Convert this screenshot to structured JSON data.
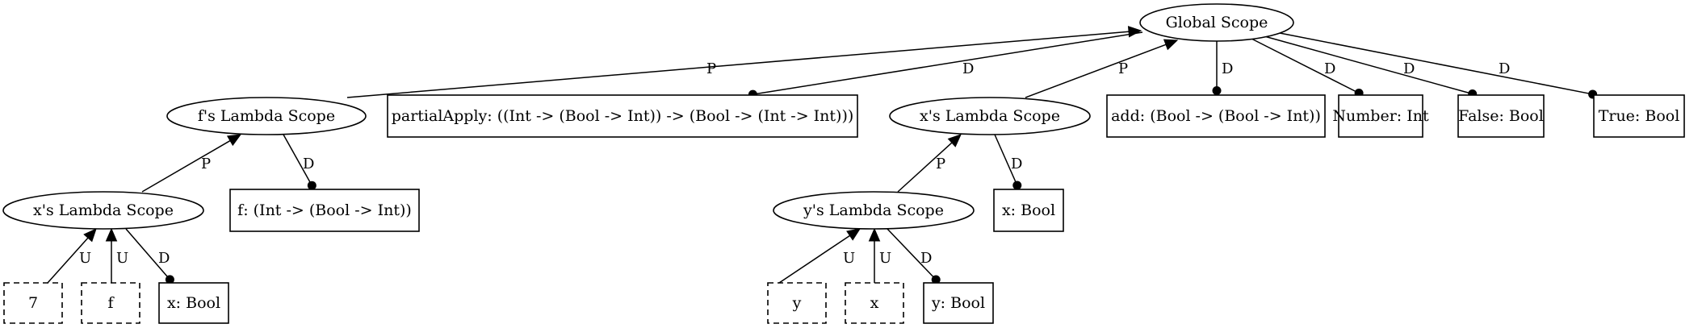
{
  "nodes": [
    {
      "id": "global",
      "label": "Global Scope",
      "shape": "ellipse"
    },
    {
      "id": "f_lambda",
      "label": "f's Lambda Scope",
      "shape": "ellipse"
    },
    {
      "id": "partial",
      "label": "partialApply: ((Int -> (Bool -> Int)) -> (Bool -> (Int -> Int)))",
      "shape": "box"
    },
    {
      "id": "x_lambda_r",
      "label": "x's Lambda Scope",
      "shape": "ellipse"
    },
    {
      "id": "add",
      "label": "add: (Bool -> (Bool -> Int))",
      "shape": "box"
    },
    {
      "id": "number",
      "label": "Number: Int",
      "shape": "box"
    },
    {
      "id": "false",
      "label": "False: Bool",
      "shape": "box"
    },
    {
      "id": "true",
      "label": "True: Bool",
      "shape": "box"
    },
    {
      "id": "x_lambda_l",
      "label": "x's Lambda Scope",
      "shape": "ellipse"
    },
    {
      "id": "f_decl",
      "label": "f: (Int -> (Bool -> Int))",
      "shape": "box"
    },
    {
      "id": "y_lambda",
      "label": "y's Lambda Scope",
      "shape": "ellipse"
    },
    {
      "id": "x_bool_r",
      "label": "x: Bool",
      "shape": "box"
    },
    {
      "id": "use_7",
      "label": "7",
      "shape": "dashed-box"
    },
    {
      "id": "use_f",
      "label": "f",
      "shape": "dashed-box"
    },
    {
      "id": "x_bool_l",
      "label": "x: Bool",
      "shape": "box"
    },
    {
      "id": "use_y",
      "label": "y",
      "shape": "dashed-box"
    },
    {
      "id": "use_x",
      "label": "x",
      "shape": "dashed-box"
    },
    {
      "id": "y_bool",
      "label": "y: Bool",
      "shape": "box"
    }
  ],
  "edges": [
    {
      "from": "f_lambda",
      "to": "global",
      "label": "P",
      "head": "arrow"
    },
    {
      "from": "global",
      "to": "partial",
      "label": "D",
      "head": "dot"
    },
    {
      "from": "x_lambda_r",
      "to": "global",
      "label": "P",
      "head": "arrow"
    },
    {
      "from": "global",
      "to": "add",
      "label": "D",
      "head": "dot"
    },
    {
      "from": "global",
      "to": "number",
      "label": "D",
      "head": "dot"
    },
    {
      "from": "global",
      "to": "false",
      "label": "D",
      "head": "dot"
    },
    {
      "from": "global",
      "to": "true",
      "label": "D",
      "head": "dot"
    },
    {
      "from": "x_lambda_l",
      "to": "f_lambda",
      "label": "P",
      "head": "arrow"
    },
    {
      "from": "f_lambda",
      "to": "f_decl",
      "label": "D",
      "head": "dot"
    },
    {
      "from": "y_lambda",
      "to": "x_lambda_r",
      "label": "P",
      "head": "arrow"
    },
    {
      "from": "x_lambda_r",
      "to": "x_bool_r",
      "label": "D",
      "head": "dot"
    },
    {
      "from": "use_7",
      "to": "x_lambda_l",
      "label": "U",
      "head": "arrow"
    },
    {
      "from": "use_f",
      "to": "x_lambda_l",
      "label": "U",
      "head": "arrow"
    },
    {
      "from": "x_lambda_l",
      "to": "x_bool_l",
      "label": "D",
      "head": "dot"
    },
    {
      "from": "use_y",
      "to": "y_lambda",
      "label": "U",
      "head": "arrow"
    },
    {
      "from": "use_x",
      "to": "y_lambda",
      "label": "U",
      "head": "arrow"
    },
    {
      "from": "y_lambda",
      "to": "y_bool",
      "label": "D",
      "head": "dot"
    }
  ]
}
